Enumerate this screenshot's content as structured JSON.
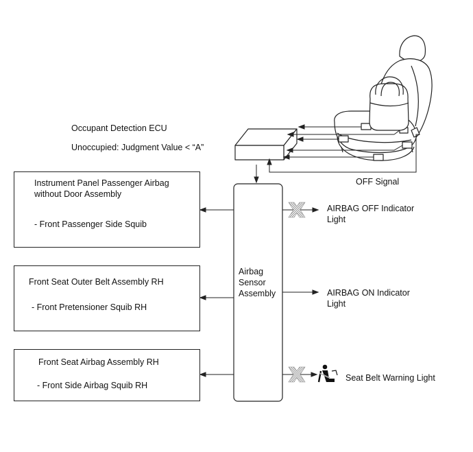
{
  "ecu": {
    "title": "Occupant Detection ECU",
    "judgment": "Unoccupied: Judgment Value < “A”"
  },
  "off_signal": "OFF Signal",
  "center_module": {
    "line1": "Airbag",
    "line2": "Sensor",
    "line3": "Assembly"
  },
  "left_boxes": [
    {
      "line1": "Instrument Panel Passenger Airbag",
      "line2": "without Door Assembly",
      "line3": "- Front Passenger Side Squib"
    },
    {
      "line1": "Front Seat Outer Belt Assembly RH",
      "line2": "- Front Pretensioner Squib RH"
    },
    {
      "line1": "Front Seat Airbag Assembly RH",
      "line2": "- Front Side Airbag Squib RH"
    }
  ],
  "indicators": [
    {
      "line1": "AIRBAG OFF Indicator",
      "line2": "Light",
      "state": "off"
    },
    {
      "line1": "AIRBAG ON Indicator",
      "line2": "Light",
      "state": "on"
    },
    {
      "line1": "Seat Belt Warning Light",
      "state": "off",
      "icon": "seat-belt-icon"
    }
  ]
}
